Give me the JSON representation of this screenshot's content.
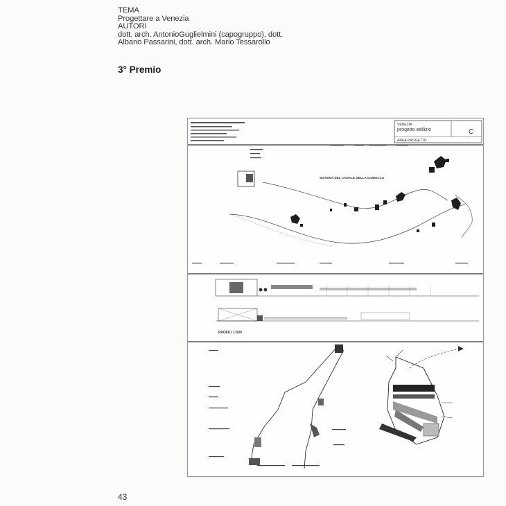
{
  "header": {
    "tema_label": "TEMA",
    "tema_value": "Progettare a Venezia",
    "autori_label": "AUTORI",
    "autori_line1": "dott. arch. AntonioGuglielmini (capogruppo), dott.",
    "autori_line2": "Albano Passarini, dott. arch. Mario Tessarollo"
  },
  "prize": "3° Premio",
  "page_number": "43",
  "drawing": {
    "title_block": {
      "city": "VENEZIA",
      "project": "progetto edilizio",
      "area": "AREA PROGETTO",
      "letter": "C"
    },
    "section1_title": "SISTEMA DEL CANALE DELLA GIUDECCA",
    "profiles_label": "PROFILI 1:500"
  }
}
